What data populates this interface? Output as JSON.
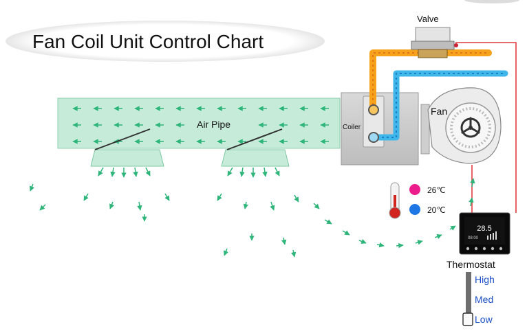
{
  "title": "Fan Coil Unit Control Chart",
  "labels": {
    "valve": "Valve",
    "air_pipe": "Air Pipe",
    "coiler": "Coiler",
    "fan": "Fan",
    "thermostat": "Thermostat"
  },
  "temperatures": [
    {
      "value": "26℃",
      "color": "#ec1c8c"
    },
    {
      "value": "20℃",
      "color": "#1f77e6"
    }
  ],
  "speed_levels": [
    "High",
    "Med",
    "Low"
  ],
  "thermostat_display": {
    "temp": "28.5",
    "time": "08:00"
  },
  "colors": {
    "hot_pipe": "#f7a21b",
    "cold_pipe": "#3fb6ea",
    "duct_fill": "#c6ecd9",
    "arrow": "#2fb57a",
    "wire": "#e23c3c",
    "speed_text": "#1b4fc7"
  }
}
